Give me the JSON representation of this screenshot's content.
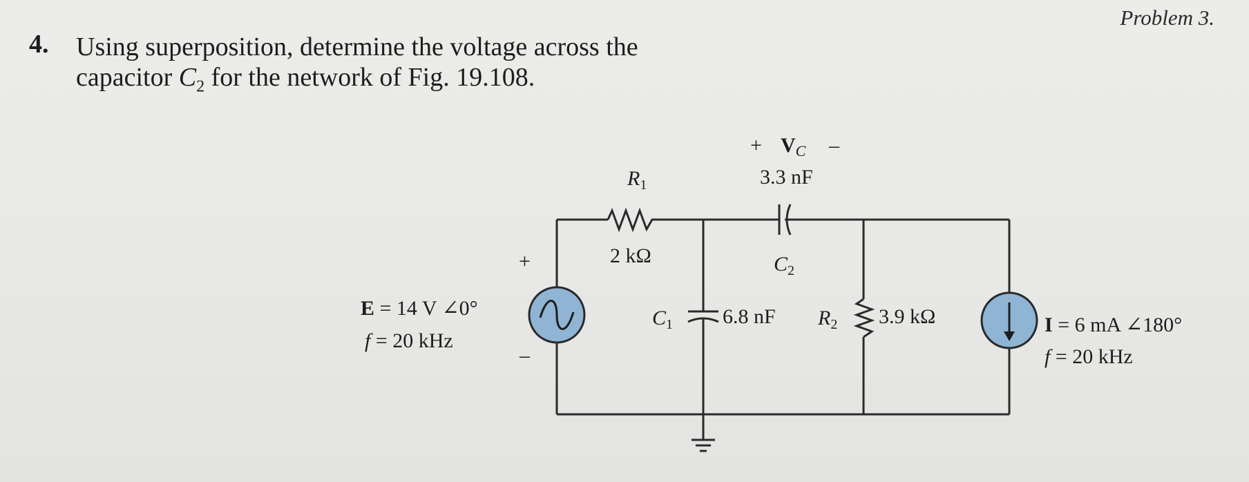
{
  "header": {
    "page_note": "Problem 3."
  },
  "problem": {
    "number": "4.",
    "line1": "Using superposition, determine the voltage across the",
    "line2_pre": "capacitor ",
    "line2_var": "C",
    "line2_sub": "2",
    "line2_post": " for the network of Fig. 19.108."
  },
  "figure": {
    "vc_plus": "+",
    "vc_var": "V",
    "vc_sub": "C",
    "vc_minus": "–",
    "c2_value": "3.3 nF",
    "c2_var": "C",
    "c2_sub": "2",
    "r1_var": "R",
    "r1_sub": "1",
    "r1_value": "2 kΩ",
    "c1_var": "C",
    "c1_sub": "1",
    "c1_value": "6.8 nF",
    "r2_var": "R",
    "r2_sub": "2",
    "r2_value": "3.9 kΩ",
    "source_e": {
      "var": "E",
      "eq": " = 14 V ∠0°",
      "f_var": "f",
      "f_eq": " = 20 kHz",
      "plus": "+",
      "minus": "–"
    },
    "source_i": {
      "var": "I",
      "eq": " = 6 mA ∠180°",
      "f_var": "f",
      "f_eq": " = 20 kHz"
    },
    "colors": {
      "source_fill": "#8fb4d4",
      "wire": "#2a2a2a"
    }
  }
}
